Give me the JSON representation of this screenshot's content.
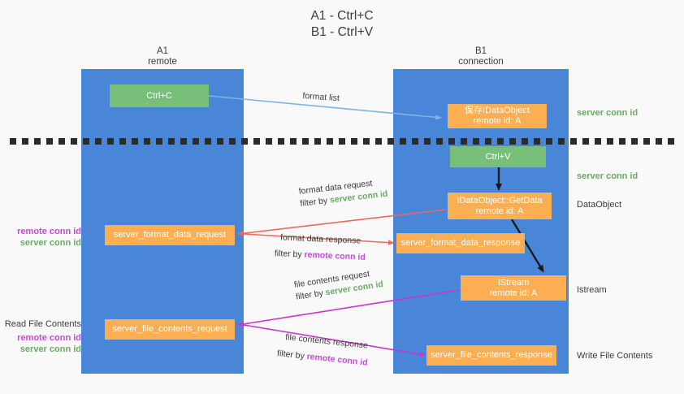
{
  "title": "A1 - Ctrl+C\nB1 - Ctrl+V",
  "lanes": [
    {
      "name": "a1",
      "label": "A1\nremote"
    },
    {
      "name": "b1",
      "label": "B1\nconnection"
    }
  ],
  "nodes": [
    {
      "name": "ctrl-c",
      "label": "Ctrl+C",
      "color": "green"
    },
    {
      "name": "save-idataobject",
      "label": "保存IDataObject\nremote id: A",
      "color": "orange"
    },
    {
      "name": "ctrl-v",
      "label": "Ctrl+V",
      "color": "green"
    },
    {
      "name": "idataobject-getdata",
      "label": "IDataObject::GetData\nremote id: A",
      "color": "orange"
    },
    {
      "name": "server-format-data-request",
      "label": "server_format_data_request",
      "color": "orange"
    },
    {
      "name": "server-format-data-response",
      "label": "server_format_data_response",
      "color": "orange"
    },
    {
      "name": "istream",
      "label": "IStream\nremote id: A",
      "color": "orange"
    },
    {
      "name": "server-file-contents-request",
      "label": "server_file_contents_request",
      "color": "orange"
    },
    {
      "name": "server-file-contents-response",
      "label": "server_file_contents_response",
      "color": "orange"
    }
  ],
  "right_annotations": [
    {
      "name": "server-conn-id-top",
      "text": "server conn id"
    },
    {
      "name": "server-conn-id-middle",
      "text": "server conn id"
    },
    {
      "name": "data-object",
      "text": "DataObject"
    },
    {
      "name": "istream-label",
      "text": "Istream"
    },
    {
      "name": "write-file-contents",
      "text": "Write File Contents"
    }
  ],
  "left_annotations": {
    "format_group": {
      "name": "format-conn-ids",
      "remote": "remote conn id",
      "server": "server conn id"
    },
    "file_group": {
      "name": "read-file-contents",
      "heading": "Read File Contents",
      "remote": "remote conn id",
      "server": "server conn id"
    }
  },
  "edges": [
    {
      "name": "format-list",
      "label": "format list",
      "filter_prefix": "",
      "filter_value": "",
      "color": "#7fb2e5"
    },
    {
      "name": "format-data-request",
      "label": "format data request",
      "filter_prefix": "filter by ",
      "filter_value": "server conn id",
      "color": "#ea6a5a"
    },
    {
      "name": "format-data-response",
      "label": "format data response",
      "filter_prefix": "filter by ",
      "filter_value": "remote conn id",
      "color": "#ea6a5a"
    },
    {
      "name": "file-contents-request",
      "label": "file contents request",
      "filter_prefix": "filter by ",
      "filter_value": "server conn id",
      "color": "#cc33cc"
    },
    {
      "name": "file-contents-response",
      "label": "file contents response",
      "filter_prefix": "filter by ",
      "filter_value": "remote conn id",
      "color": "#cc33cc"
    }
  ],
  "colors": {
    "lane": "#4a86d8",
    "green_node": "#78c07a",
    "orange_node": "#fcae52",
    "server_conn_id": "#6aaa64",
    "remote_conn_id": "#c44bd6",
    "background": "#f9f9f9",
    "divider": "#2b2b2b"
  }
}
